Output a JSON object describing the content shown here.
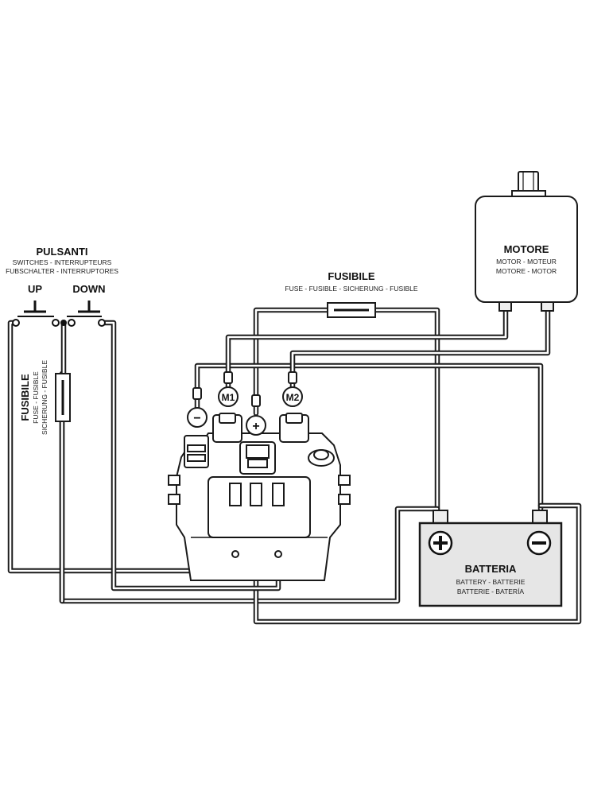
{
  "pulsanti": {
    "title": "PULSANTI",
    "line1": "SWITCHES - INTERRUPTEURS",
    "line2": "FUBSCHALTER - INTERRUPTORES",
    "up": "UP",
    "down": "DOWN"
  },
  "fusibile_left": {
    "title": "FUSIBILE",
    "line1": "FUSE - FUSIBLE",
    "line2": "SICHERUNG - FUSIBLE"
  },
  "fusibile_top": {
    "title": "FUSIBILE",
    "line1": "FUSE - FUSIBLE - SICHERUNG - FUSIBLE"
  },
  "motore": {
    "title": "MOTORE",
    "line1": "MOTOR - MOTEUR",
    "line2": "MOTORE - MOTOR"
  },
  "batteria": {
    "title": "BATTERIA",
    "line1": "BATTERY - BATTERIE",
    "line2": "BATTERIE - BATERÍA"
  },
  "terminals": {
    "m1": "M1",
    "m2": "M2",
    "plus": "+",
    "minus": "−"
  }
}
